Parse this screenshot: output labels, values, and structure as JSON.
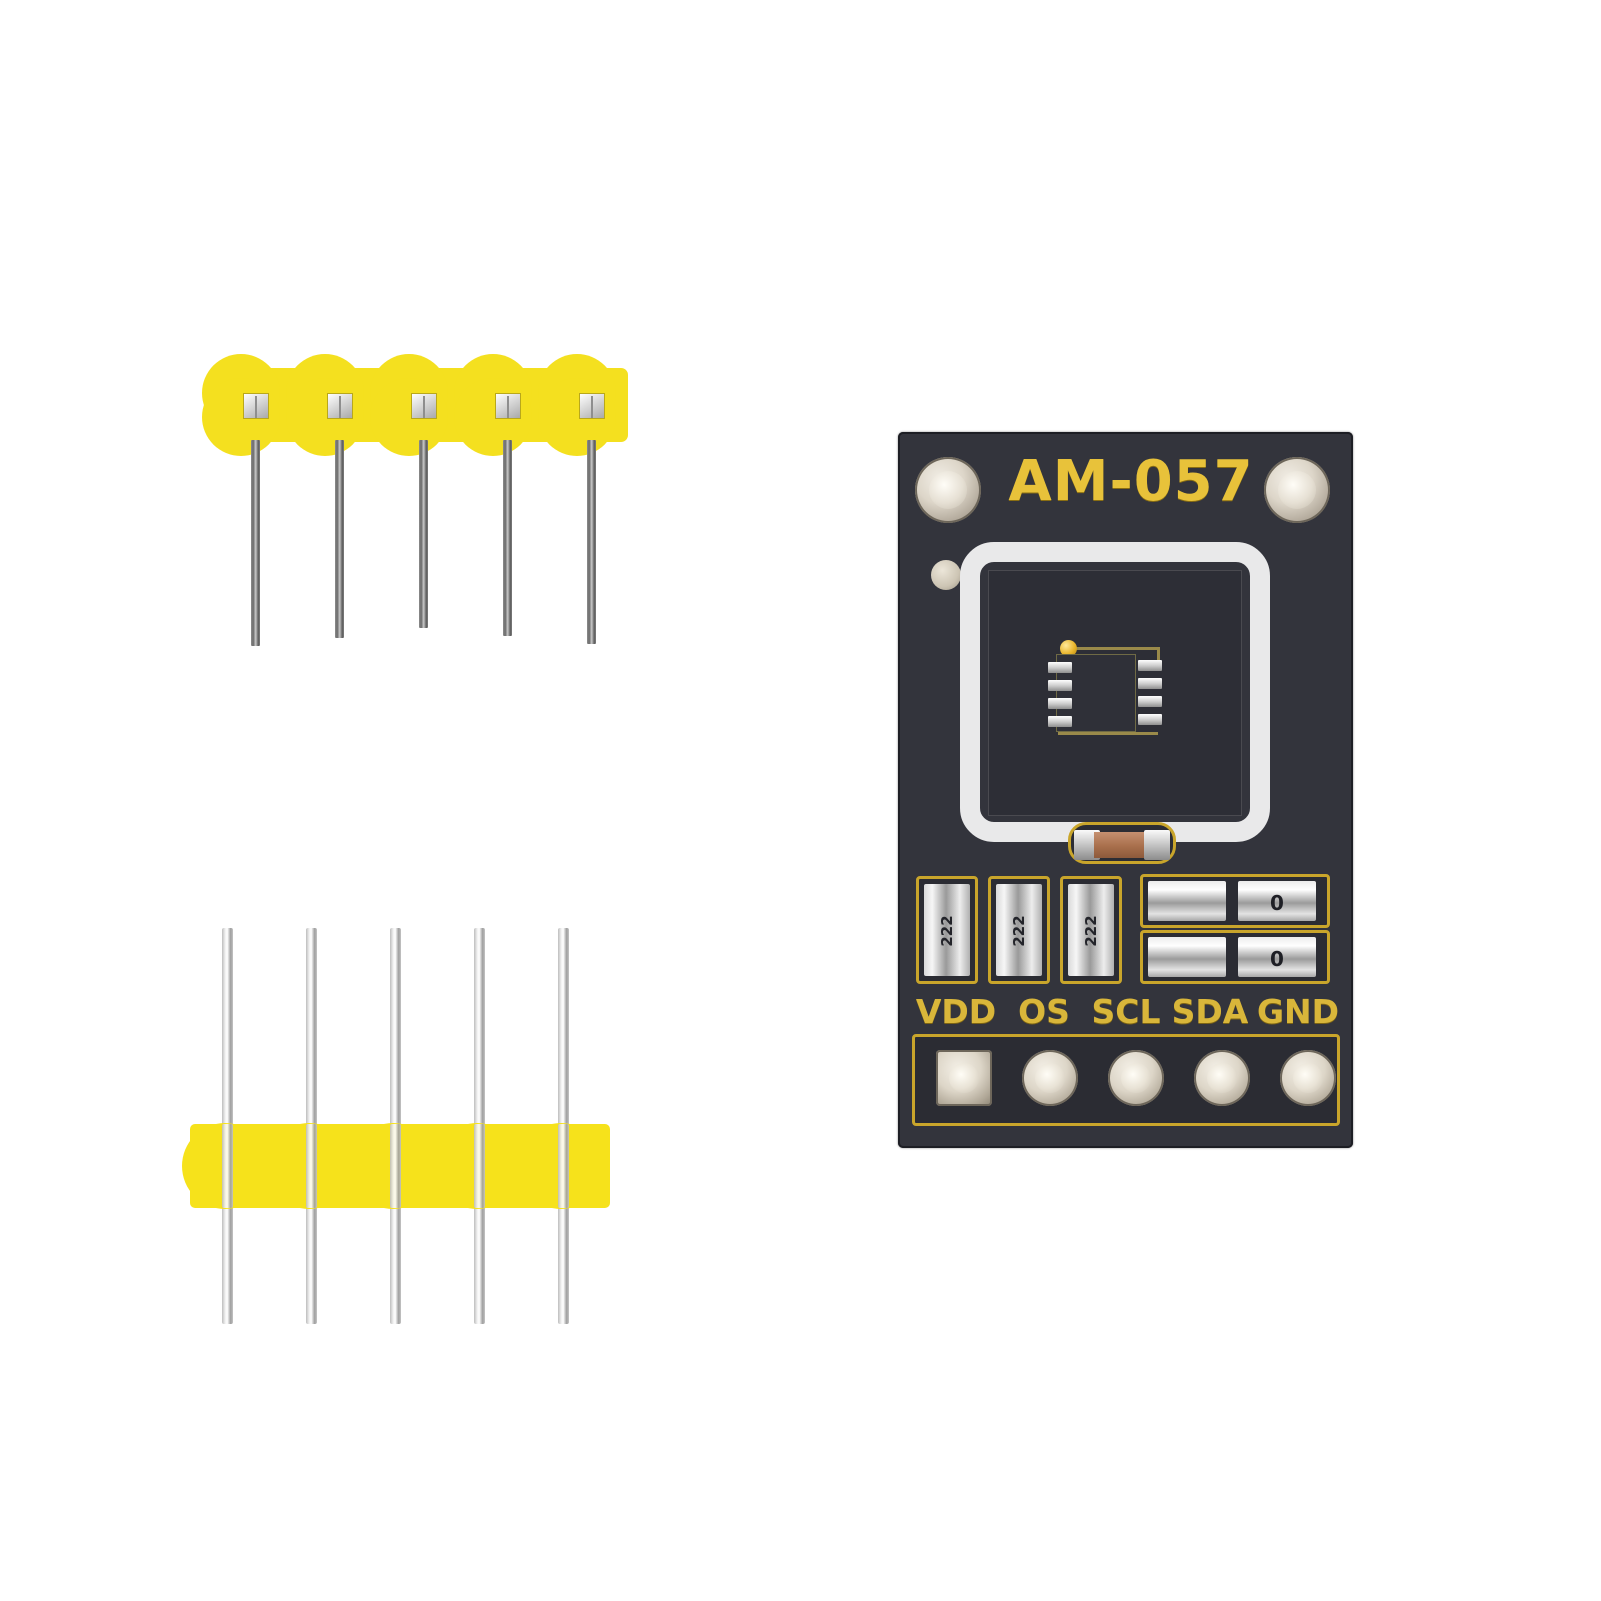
{
  "scene": {
    "background_color": "#ffffff",
    "description": "Product photo of an AM-057 temperature sensor breakout board with two 5-pin headers"
  },
  "pcb": {
    "silkscreen_title": "AM-057",
    "substrate_color": "#33343c",
    "silkscreen_text_color": "#e8c23a",
    "pad_outline_color": "#c9a52b",
    "sensor_frame_color": "#e9e9ea",
    "pin_labels": [
      "VDD",
      "OS",
      "SCL",
      "SDA",
      "GND"
    ],
    "pads": [
      {
        "label": "VDD",
        "shape": "square"
      },
      {
        "label": "OS",
        "shape": "round"
      },
      {
        "label": "SCL",
        "shape": "round"
      },
      {
        "label": "SDA",
        "shape": "round"
      },
      {
        "label": "GND",
        "shape": "round"
      }
    ],
    "mounting_holes": 2,
    "resistors_vertical": [
      {
        "code": "222"
      },
      {
        "code": "222"
      },
      {
        "code": "222"
      }
    ],
    "jumpers": [
      {
        "code": "0"
      },
      {
        "code": "0"
      }
    ],
    "resistor_horizontal": {
      "body_color": "#a86f4c"
    },
    "ic": {
      "package": "DFN-8",
      "pads_per_side": 4,
      "pin1_marker_color": "#e8b42a"
    }
  },
  "female_header": {
    "pin_count": 5,
    "body_color": "#f4e01f",
    "contact_color": "#d8d8d8",
    "pin_color": "#7c7c7c"
  },
  "male_header": {
    "pin_count": 5,
    "body_color": "#f6e21b",
    "pin_color": "#dcdcdc"
  }
}
